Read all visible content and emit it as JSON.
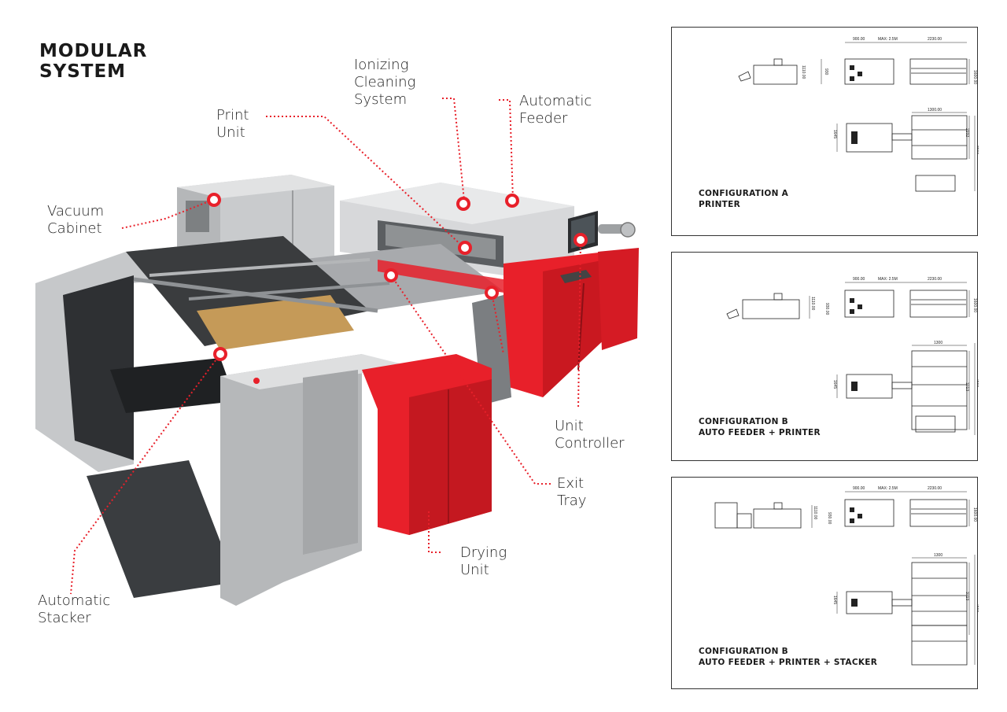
{
  "title": {
    "line1": "MODULAR",
    "line2": "SYSTEM"
  },
  "accent_color": "#e8202a",
  "leader_color": "#e8202a",
  "callouts": {
    "vacuum_cabinet": {
      "line1": "Vacuum",
      "line2": "Cabinet"
    },
    "print_unit": {
      "line1": "Print",
      "line2": "Unit"
    },
    "ionizing": {
      "line1": "Ionizing",
      "line2": "Cleaning",
      "line3": "System"
    },
    "feeder": {
      "line1": "Automatic",
      "line2": "Feeder"
    },
    "unit_controller": {
      "line1": "Unit",
      "line2": "Controller"
    },
    "exit_tray": {
      "line1": "Exit",
      "line2": "Tray"
    },
    "drying_unit": {
      "line1": "Drying",
      "line2": "Unit"
    },
    "stacker": {
      "line1": "Automatic",
      "line2": "Stacker"
    }
  },
  "configurations": [
    {
      "title_line1": "CONFIGURATION A",
      "title_line2": "PRINTER",
      "dims": {
        "d900": "900.00",
        "max": "MAX: 2.5M",
        "d2230": "2230.00",
        "d1600": "1600.00",
        "d1110": "1110.00",
        "d930": "930",
        "d1300": "1300.00",
        "d1645": "1645",
        "d2232": "2232",
        "d3900": "3900"
      }
    },
    {
      "title_line1": "CONFIGURATION B",
      "title_line2": "AUTO FEEDER + PRINTER",
      "dims": {
        "d900": "900.00",
        "max": "MAX: 2.5M",
        "d2230": "2230.00",
        "d1600": "1600.00",
        "d1110": "1110.00",
        "d930": "930.00",
        "d1300": "1300",
        "d1645": "1645",
        "d3713": "3713",
        "d4900": "4900"
      }
    },
    {
      "title_line1": "CONFIGURATION B",
      "title_line2": "AUTO FEEDER + PRINTER + STACKER",
      "dims": {
        "d900": "900.00",
        "max": "MAX: 2.5M",
        "d2230": "2230.00",
        "d1600": "1600.00",
        "d1110": "1110.00",
        "d930": "930.00",
        "d1300": "1300",
        "d1645": "1645",
        "d3713": "3713",
        "d4900": "4900"
      }
    }
  ]
}
